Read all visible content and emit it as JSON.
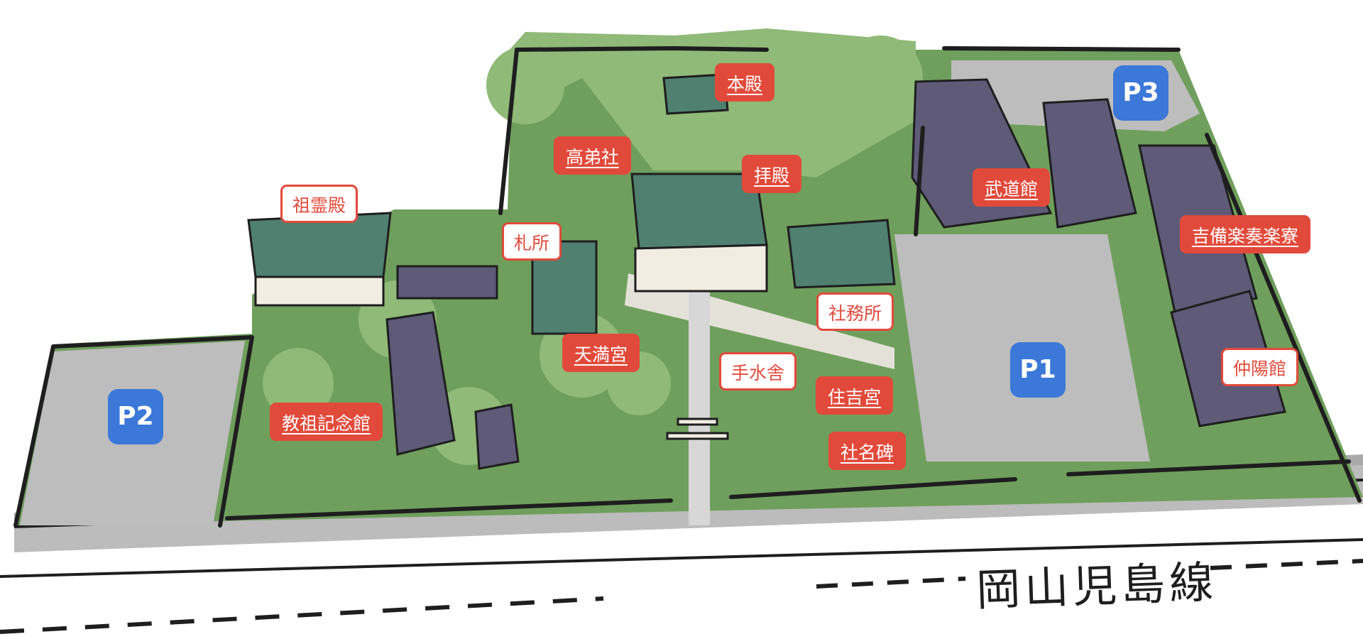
{
  "map": {
    "road_name": "岡山児島線",
    "colors": {
      "label_red": "#e14a3b",
      "parking_blue": "#3b78d8",
      "grass": "#6f9f5c",
      "tree": "#8fba78",
      "road": "#bcbcbc",
      "roof_green": "#4f8070",
      "roof_purple": "#5e5a78",
      "outline": "#1e1e1e"
    },
    "labels": {
      "honden": "本殿",
      "koteisha": "高弟社",
      "haiden": "拝殿",
      "budokan": "武道館",
      "soreiden": "祖霊殿",
      "fudasho": "札所",
      "kibi_gakuryo": "吉備楽奏楽寮",
      "shamusho": "社務所",
      "tenmangu": "天満宮",
      "temizusha": "手水舎",
      "sumiyoshigu": "住吉宮",
      "chuyokan": "仲陽館",
      "kyoso_kinenkan": "教祖記念館",
      "shameihi": "社名碑"
    },
    "parking": {
      "p1": "P1",
      "p2": "P2",
      "p3": "P3"
    }
  }
}
